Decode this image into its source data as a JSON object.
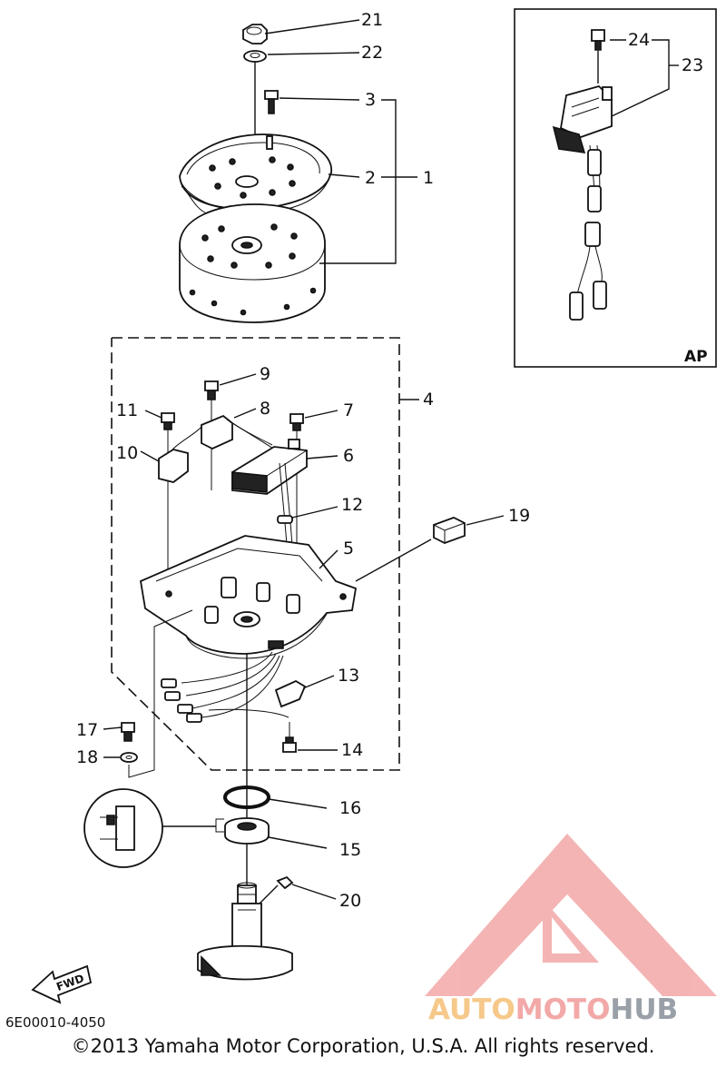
{
  "diagram": {
    "callouts": [
      "21",
      "22",
      "3",
      "2",
      "1",
      "24",
      "23",
      "9",
      "8",
      "7",
      "11",
      "10",
      "6",
      "4",
      "12",
      "19",
      "5",
      "13",
      "17",
      "18",
      "14",
      "16",
      "15",
      "20"
    ],
    "ap_label": "AP",
    "fwd_label": "FWD",
    "code": "6E00010-4050",
    "copyright": "©2013 Yamaha Motor Corporation, U.S.A. All rights reserved."
  },
  "watermark": {
    "part1": "AUTO",
    "part2": "MOTO",
    "part3": "HUB",
    "colors": {
      "orange": "#f6c88a",
      "red": "#f3a8a8",
      "grey": "#9aa0a8"
    }
  }
}
